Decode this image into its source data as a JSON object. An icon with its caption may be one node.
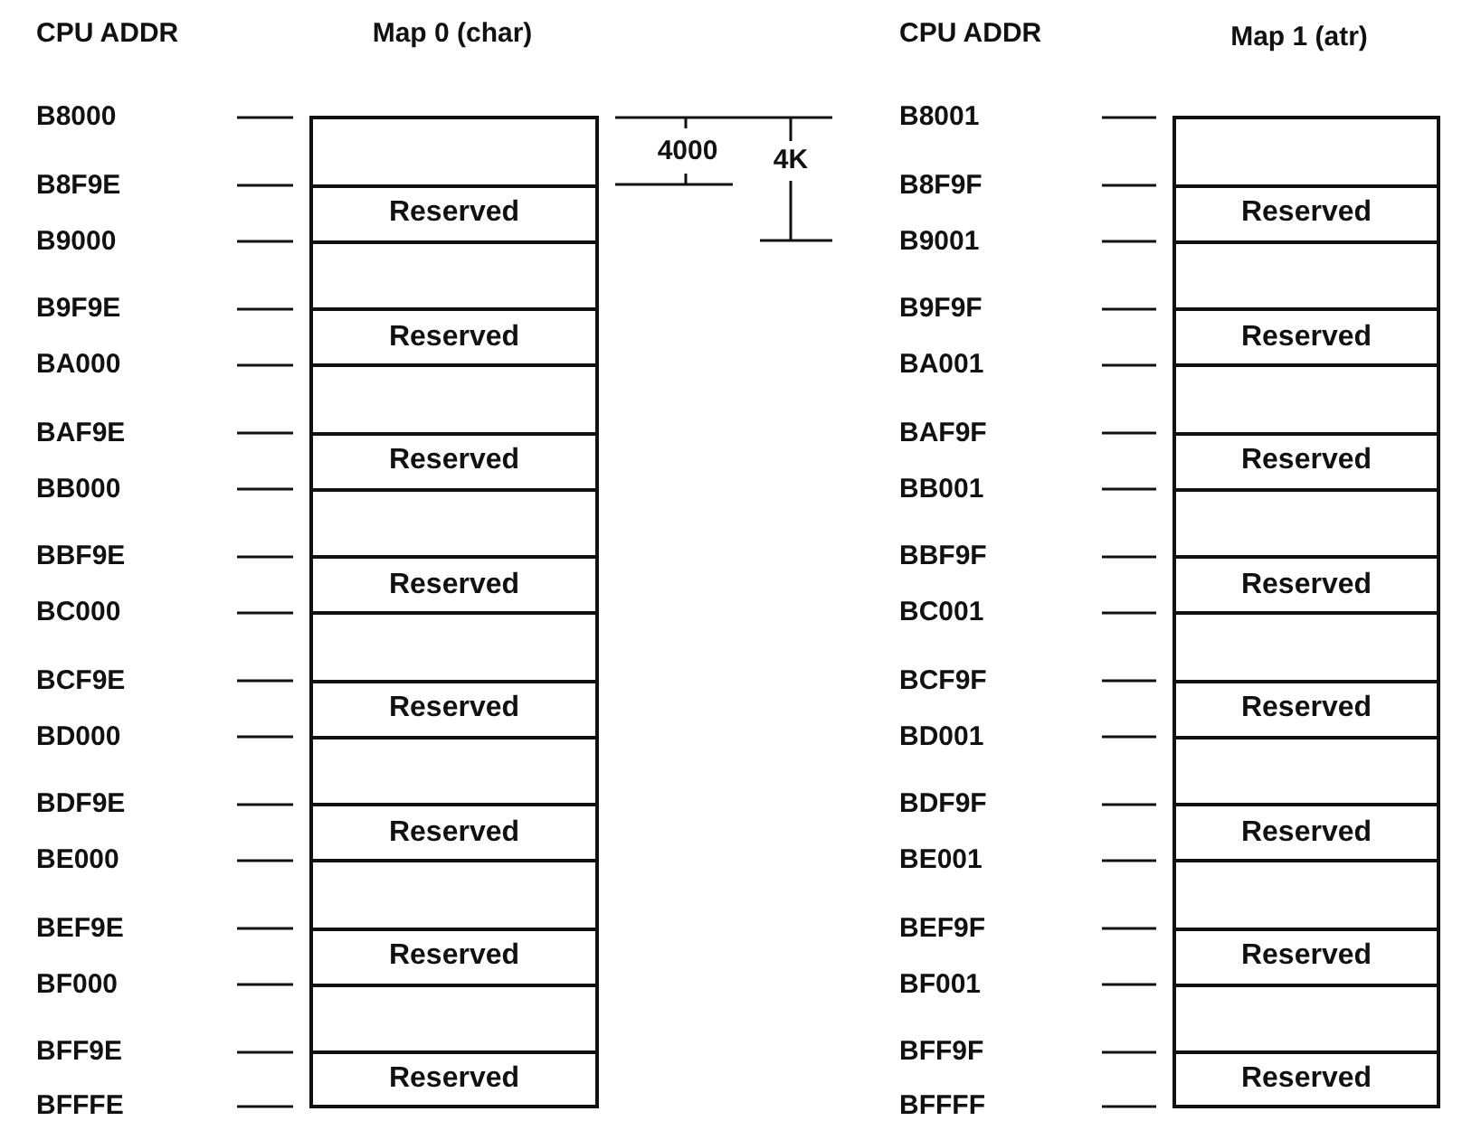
{
  "diagram": {
    "nodes": [
      {
        "text": [],
        "shape": "box"
      },
      {
        "text": [
          "Reserved"
        ]
      },
      {
        "text": [],
        "shape": "box"
      },
      {
        "text": [
          "Reserved"
        ]
      },
      {
        "text": [],
        "shape": "box"
      },
      {
        "text": [
          "Reserved"
        ]
      },
      {
        "text": [],
        "shape": "box"
      },
      {
        "text": [
          "Reserved"
        ]
      },
      {
        "text": [],
        "shape": "box"
      },
      {
        "text": [
          "Reserved"
        ]
      },
      {
        "text": [],
        "shape": "box"
      },
      {
        "text": [
          "Reserved"
        ]
      },
      {
        "text": [],
        "shape": "box"
      },
      {
        "text": [
          "Reserved"
        ]
      },
      {
        "text": [],
        "shape": "box"
      },
      {
        "text": [
          "Reserved"
        ]
      },
      {
        "text": [],
        "shape": "box"
      },
      {
        "text": [
          "Reserved"
        ]
      },
      {
        "text": [],
        "shape": "box"
      },
      {
        "text": [
          "Reserved"
        ]
      },
      {
        "text": [],
        "shape": "box"
      },
      {
        "text": [
          "Reserved"
        ]
      },
      {
        "text": [],
        "shape": "box"
      },
      {
        "text": [
          "Reserved"
        ]
      },
      {
        "text": [],
        "shape": "box"
      },
      {
        "text": [
          "Reserved"
        ]
      },
      {
        "text": [],
        "shape": "box"
      },
      {
        "text": [
          "Reserved"
        ]
      },
      {
        "text": [],
        "shape": "box"
      },
      {
        "text": [
          "Reserved"
        ]
      },
      {
        "text": [],
        "shape": "box"
      },
      {
        "text": [
          "Reserved"
        ]
      }
    ],
    "labels": [
      "CPU ADDR",
      "Map 0 (char)",
      "CPU ADDR",
      "Map 1 (atr)",
      "B8000",
      "B8F9E",
      "B9000",
      "B9F9E",
      "BA000",
      "BAF9E",
      "BB000",
      "BBF9E",
      "BC000",
      "BCF9E",
      "BD000",
      "BDF9E",
      "BE000",
      "BEF9E",
      "BF000",
      "BFF9E",
      "BFFFE",
      "4000",
      "4K",
      "B8001",
      "B8F9F",
      "B9001",
      "B9F9F",
      "BA001",
      "BAF9F",
      "BB001",
      "BBF9F",
      "BC001",
      "BCF9F",
      "BD001",
      "BDF9F",
      "BE001",
      "BEF9F",
      "BF001",
      "BFF9F",
      "BFFFF"
    ]
  }
}
